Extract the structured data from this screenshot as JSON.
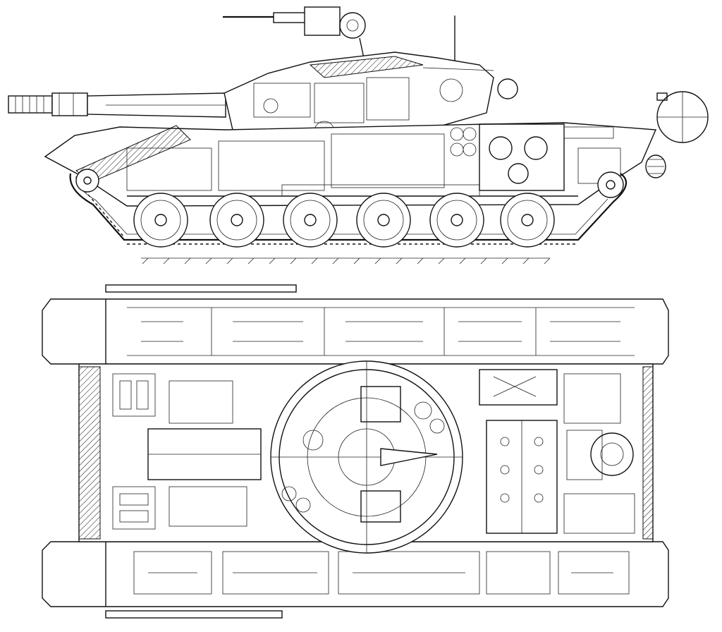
{
  "drawing": {
    "subject": "",
    "views": [
      "side-cutaway",
      "top-cutaway"
    ]
  },
  "colors": {
    "ink": "#111111",
    "paper": "#ffffff"
  },
  "side_view": {
    "road_wheels": 6
  },
  "top_view": {}
}
